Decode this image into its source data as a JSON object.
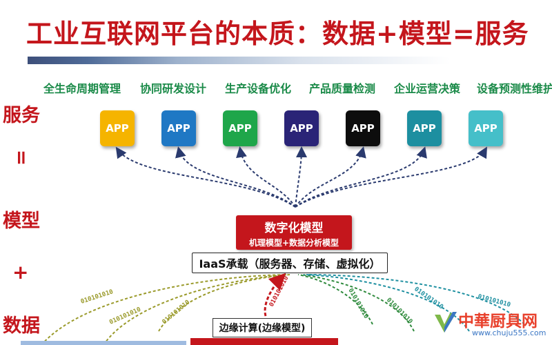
{
  "title": "工业互联网平台的本质：数据+模型=服务",
  "sidebar": {
    "service": "服务",
    "equals": "=",
    "model": "模型",
    "plus": "+",
    "data": "数据"
  },
  "apps": [
    {
      "label": "全生命周期管理",
      "tile": "APP",
      "color": "#f5b400"
    },
    {
      "label": "协同研发设计",
      "tile": "APP",
      "color": "#1f78c4"
    },
    {
      "label": "生产设备优化",
      "tile": "APP",
      "color": "#1fa64a"
    },
    {
      "label": "产品质量检测",
      "tile": "APP",
      "color": "#2a2477"
    },
    {
      "label": "企业运营决策",
      "tile": "APP",
      "color": "#0d0d0d"
    },
    {
      "label": "设备预测性维护",
      "tile": "APP",
      "color": "#1d8fa0"
    },
    {
      "label": "",
      "tile": "APP",
      "color": "#45bfc9"
    }
  ],
  "model_box": {
    "title": "数字化模型",
    "subtitle": "机理模型+数据分析模型"
  },
  "iaas": "IaaS承载（服务器、存储、虚拟化）",
  "edge": "边缘计算(边缘模型)",
  "binary": "010101010",
  "watermark": {
    "brand": "中華厨具网",
    "url": "www.chuju555.com"
  }
}
